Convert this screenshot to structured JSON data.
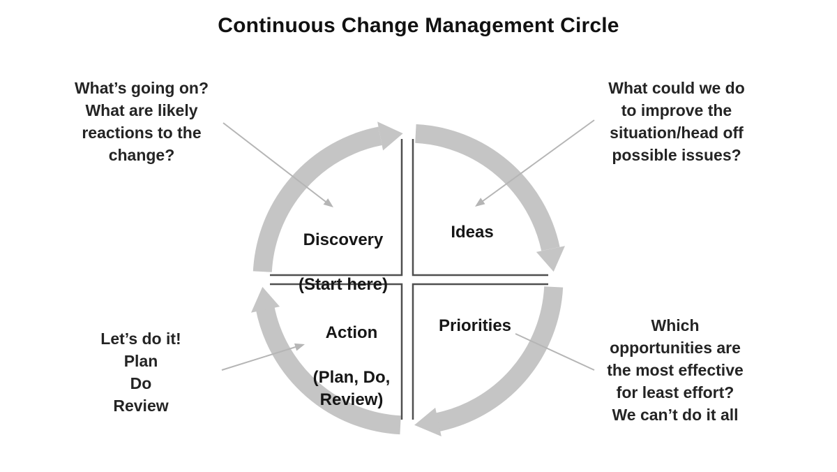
{
  "title": "Continuous Change Management Circle",
  "quadrants": {
    "discovery": {
      "label": "Discovery",
      "sublabel": "(Start here)"
    },
    "ideas": {
      "label": "Ideas"
    },
    "action": {
      "label": "Action",
      "sublabel": "(Plan, Do,\nReview)"
    },
    "priorities": {
      "label": "Priorities"
    }
  },
  "annotations": {
    "top_left": "What’s going on?\nWhat are likely\nreactions to the\nchange?",
    "top_right": "What could we do\nto improve the\nsituation/head off\npossible issues?",
    "bottom_left": "Let’s do it!\nPlan\nDo\nReview",
    "bottom_right": "Which\nopportunities are\nthe most effective\nfor least effort?\nWe can’t do it all"
  },
  "flow": {
    "direction": "clockwise",
    "sequence": [
      "Discovery",
      "Ideas",
      "Priorities",
      "Action"
    ]
  },
  "colors": {
    "arc": "#c5c5c5",
    "divider": "#4f4f4f",
    "connector": "#b5b5b5",
    "text": "#1c1c1c"
  }
}
